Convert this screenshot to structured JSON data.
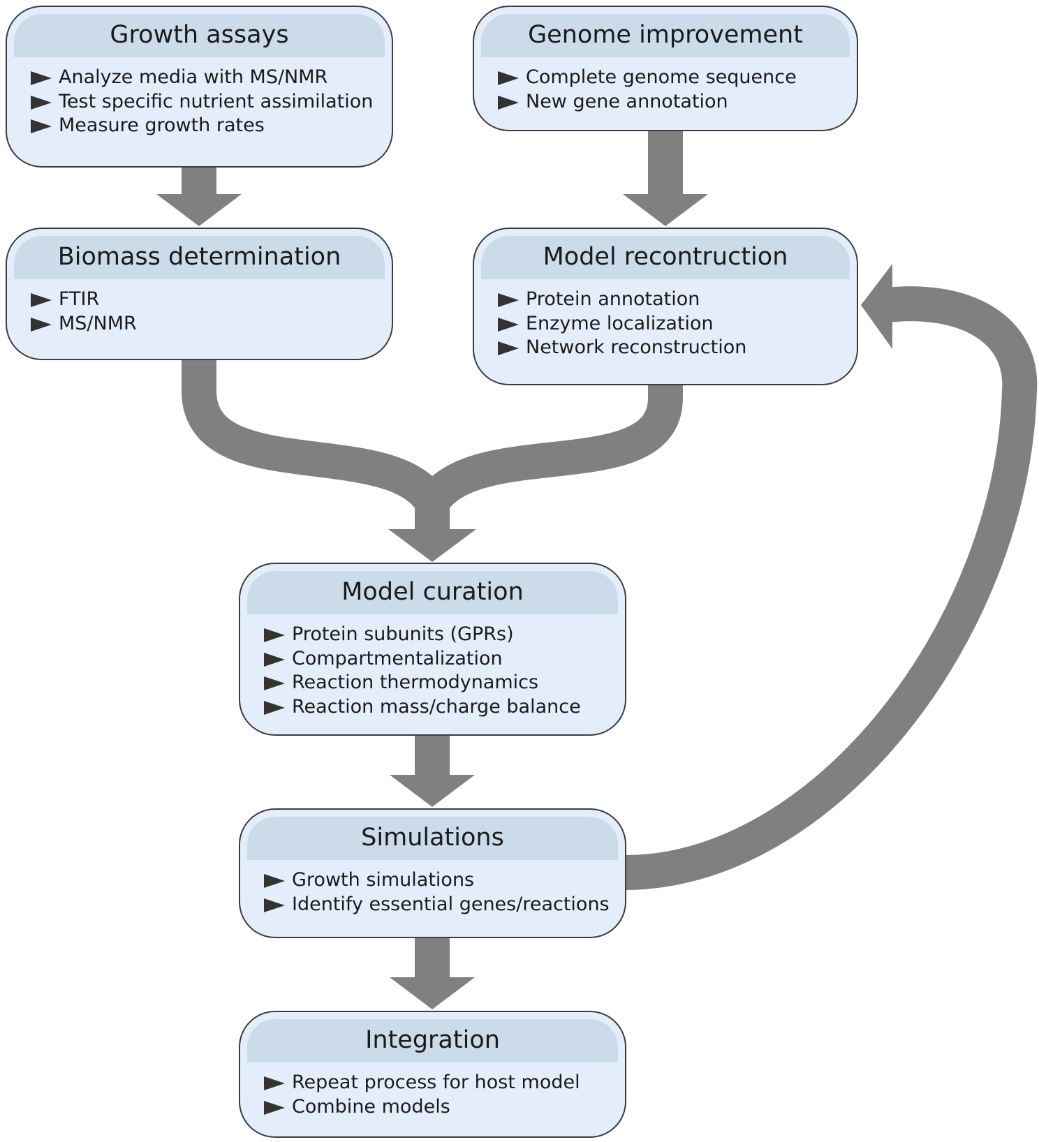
{
  "colors": {
    "arrow": "#808080",
    "box_fill": "#e4eefb",
    "header_fill": "#ccdbea",
    "border": "#3c3c3c",
    "bullet": "#333333"
  },
  "boxes": {
    "growth_assays": {
      "title": "Growth assays",
      "items": [
        "Analyze media with MS/NMR",
        "Test specific nutrient assimilation",
        "Measure growth rates"
      ]
    },
    "genome_improvement": {
      "title": "Genome improvement",
      "items": [
        "Complete genome sequence",
        "New gene annotation"
      ]
    },
    "biomass_determination": {
      "title": "Biomass determination",
      "items": [
        "FTIR",
        "MS/NMR"
      ]
    },
    "model_reconstruction": {
      "title": "Model recontruction",
      "items": [
        "Protein annotation",
        "Enzyme localization",
        "Network reconstruction"
      ]
    },
    "model_curation": {
      "title": "Model curation",
      "items": [
        "Protein subunits (GPRs)",
        "Compartmentalization",
        "Reaction thermodynamics",
        "Reaction mass/charge balance"
      ]
    },
    "simulations": {
      "title": "Simulations",
      "items": [
        "Growth simulations",
        "Identify essential genes/reactions"
      ]
    },
    "integration": {
      "title": "Integration",
      "items": [
        "Repeat process for host model",
        "Combine models"
      ]
    }
  }
}
